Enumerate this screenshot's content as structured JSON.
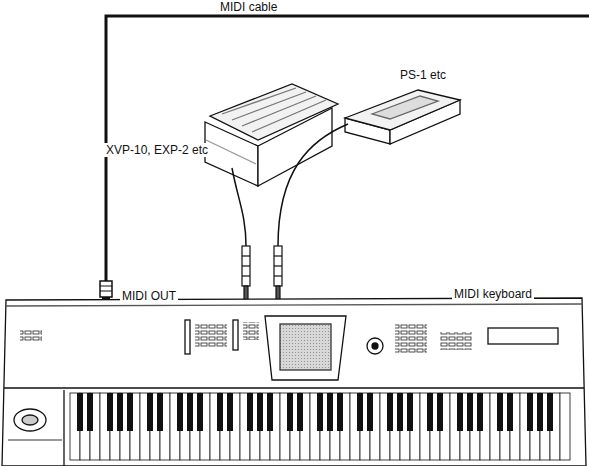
{
  "diagram": {
    "labels": [
      "MIDI cable",
      "XVP-10, EXP-2 etc",
      "PS-1 etc",
      "MIDI OUT",
      "MIDI keyboard"
    ]
  }
}
